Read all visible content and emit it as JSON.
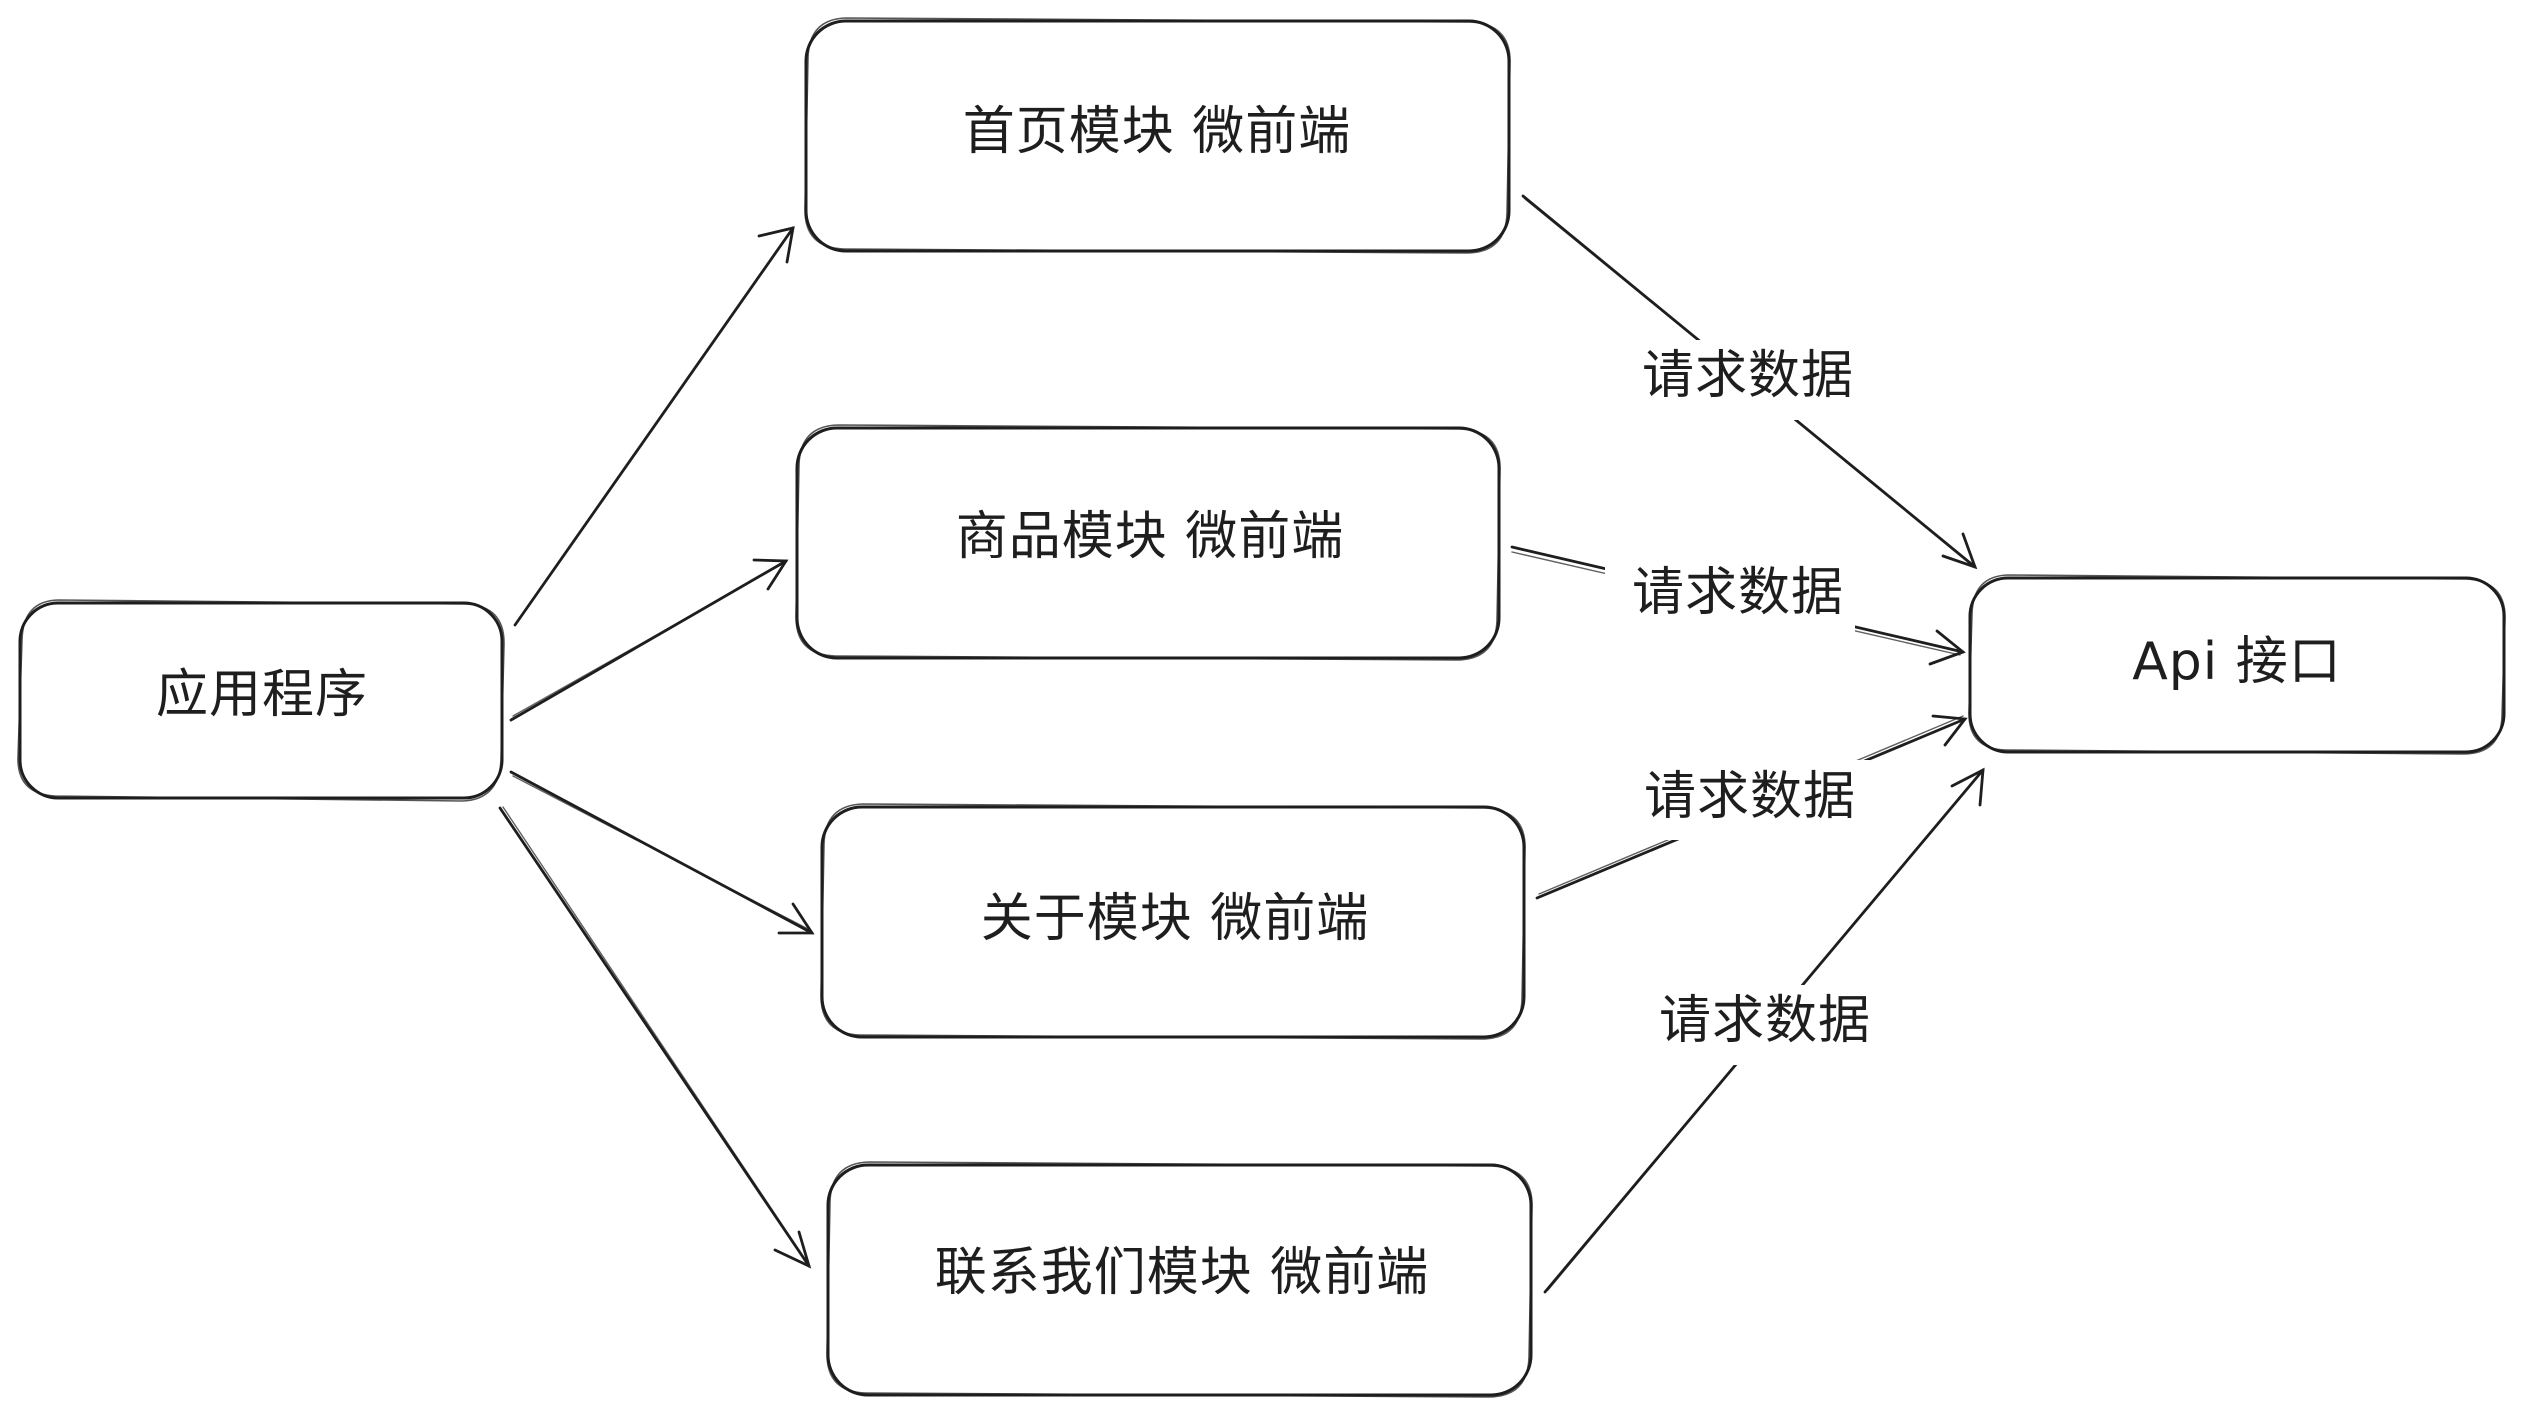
{
  "nodes": {
    "app": {
      "label": "应用程序"
    },
    "home": {
      "label": "首页模块 微前端"
    },
    "goods": {
      "label": "商品模块 微前端"
    },
    "about": {
      "label": "关于模块 微前端"
    },
    "contact": {
      "label": "联系我们模块 微前端"
    },
    "api": {
      "label": "Api 接口"
    }
  },
  "edges": {
    "app_to_home": {
      "label": ""
    },
    "app_to_goods": {
      "label": ""
    },
    "app_to_about": {
      "label": ""
    },
    "app_to_contact": {
      "label": ""
    },
    "home_to_api": {
      "label": "请求数据"
    },
    "goods_to_api": {
      "label": "请求数据"
    },
    "about_to_api": {
      "label": "请求数据"
    },
    "contact_to_api": {
      "label": "请求数据"
    }
  },
  "colors": {
    "stroke": "#1e1e1e",
    "background": "#ffffff"
  }
}
